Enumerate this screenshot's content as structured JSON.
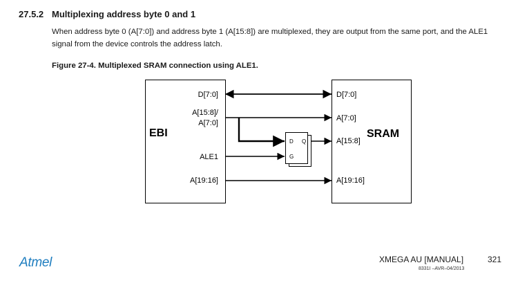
{
  "section": {
    "number": "27.5.2",
    "title": "Multiplexing address byte 0 and 1"
  },
  "paragraph": "When address byte 0 (A[7:0]) and address byte 1 (A[15:8]) are multiplexed, they are output from the same port, and the ALE1 signal from the device controls the address latch.",
  "figure": {
    "caption": "Figure 27-4. Multiplexed SRAM connection using ALE1."
  },
  "diagram": {
    "ebi_label": "EBI",
    "sram_label": "SRAM",
    "ebi_pins": {
      "data": "D[7:0]",
      "addr_line1": "A[15:8]/",
      "addr_line2": "A[7:0]",
      "ale": "ALE1",
      "high_addr": "A[19:16]"
    },
    "sram_pins": {
      "data": "D[7:0]",
      "addr_low": "A[7:0]",
      "addr_mid": "A[15:8]",
      "addr_high": "A[19:16]"
    },
    "latch": {
      "d": "D",
      "q": "Q",
      "g": "G"
    }
  },
  "footer": {
    "logo": "Atmel",
    "title": "XMEGA AU [MANUAL]",
    "page_number": "321",
    "doc_id": "8331I –AVR–04/2013"
  }
}
